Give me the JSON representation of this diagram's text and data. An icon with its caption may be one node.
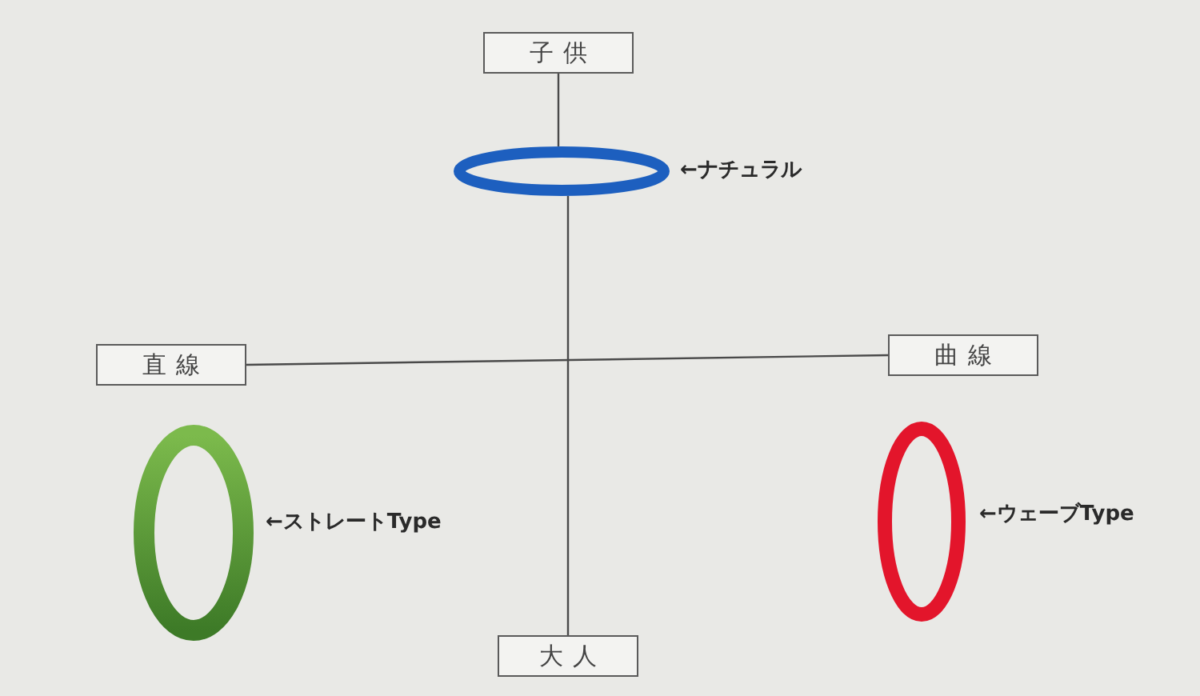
{
  "diagram": {
    "nodes": [
      {
        "text": [
          "子供"
        ]
      },
      {
        "text": [],
        "shape": "ellipse",
        "beside": [
          "←ナチュラル"
        ]
      },
      {
        "text": [
          "直線"
        ]
      },
      {
        "text": [
          "曲線"
        ]
      },
      {
        "text": [],
        "shape": "ellipse",
        "beside": [
          "←ストレートType"
        ]
      },
      {
        "text": [],
        "shape": "ellipse",
        "beside": [
          "←ウェーブType"
        ]
      },
      {
        "text": [
          "大人"
        ]
      }
    ],
    "edges": [
      {
        "from": 0,
        "to": 1,
        "arrow": "none"
      },
      {
        "from": 1,
        "to": 6,
        "arrow": "none"
      },
      {
        "from": 2,
        "to": 3,
        "arrow": "none"
      }
    ]
  }
}
